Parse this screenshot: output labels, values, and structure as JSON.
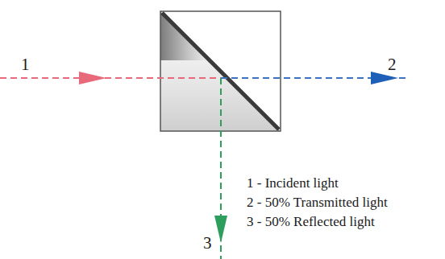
{
  "diagram": {
    "labels": [
      "1",
      "2",
      "3",
      "1 - Incident light",
      "2 - 50% Transmitted light",
      "3 - 50% Reflected light"
    ]
  }
}
